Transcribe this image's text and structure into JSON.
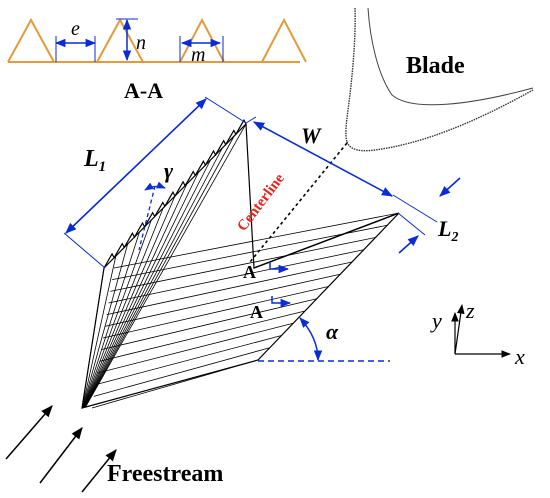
{
  "section": {
    "title": "A-A",
    "dims": {
      "e": "e",
      "n": "n",
      "m": "m"
    },
    "tooth_color": "#e39a3a"
  },
  "blade": {
    "label": "Blade"
  },
  "labels": {
    "L1": "L",
    "L1_sub": "1",
    "W": "W",
    "L2": "L",
    "L2_sub": "2",
    "gamma": "γ",
    "centerline": "Centerline",
    "alpha": "α",
    "A_upper": "A",
    "A_lower": "A",
    "freestream": "Freestream"
  },
  "axes": {
    "x": "x",
    "y": "y",
    "z": "z"
  },
  "colors": {
    "dimension": "#0a2bd6",
    "centerline_text": "#e8231c",
    "ink": "#000000"
  }
}
